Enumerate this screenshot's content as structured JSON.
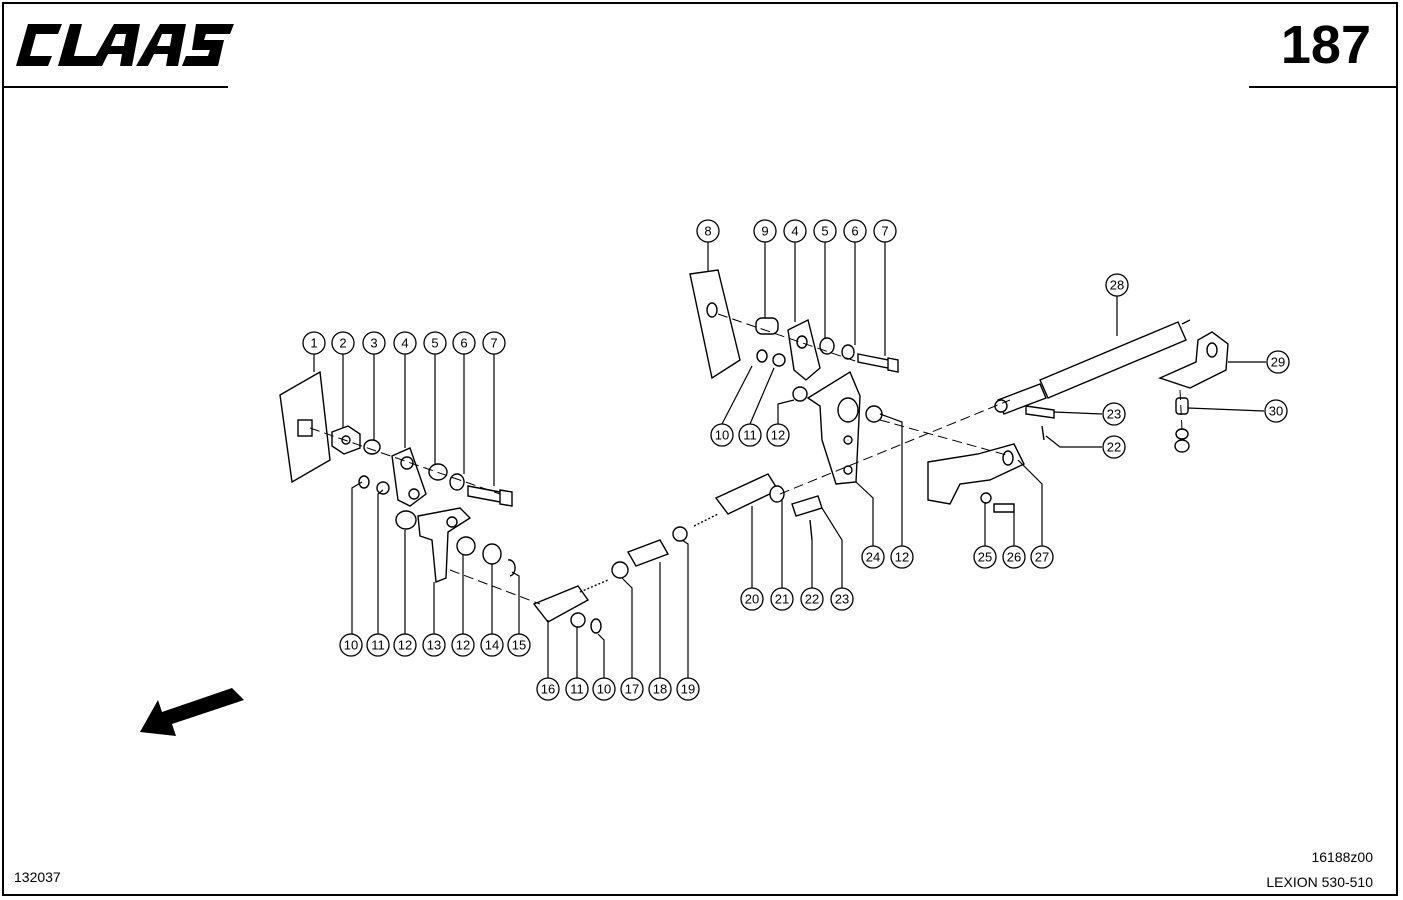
{
  "header": {
    "logo_text": "CLAAS",
    "page_number": "187"
  },
  "footer": {
    "doc_code": "132037",
    "ref_code": "16188z00",
    "model": "LEXION 530-510"
  },
  "diagram": {
    "icons": [
      "direction-arrow-icon"
    ],
    "callouts": [
      "1",
      "2",
      "3",
      "4",
      "5",
      "6",
      "7",
      "8",
      "9",
      "4",
      "5",
      "6",
      "7",
      "10",
      "11",
      "12",
      "10",
      "11",
      "12",
      "13",
      "12",
      "14",
      "15",
      "16",
      "11",
      "10",
      "17",
      "18",
      "19",
      "20",
      "21",
      "22",
      "23",
      "24",
      "12",
      "25",
      "26",
      "27",
      "28",
      "29",
      "23",
      "22",
      "30"
    ]
  }
}
